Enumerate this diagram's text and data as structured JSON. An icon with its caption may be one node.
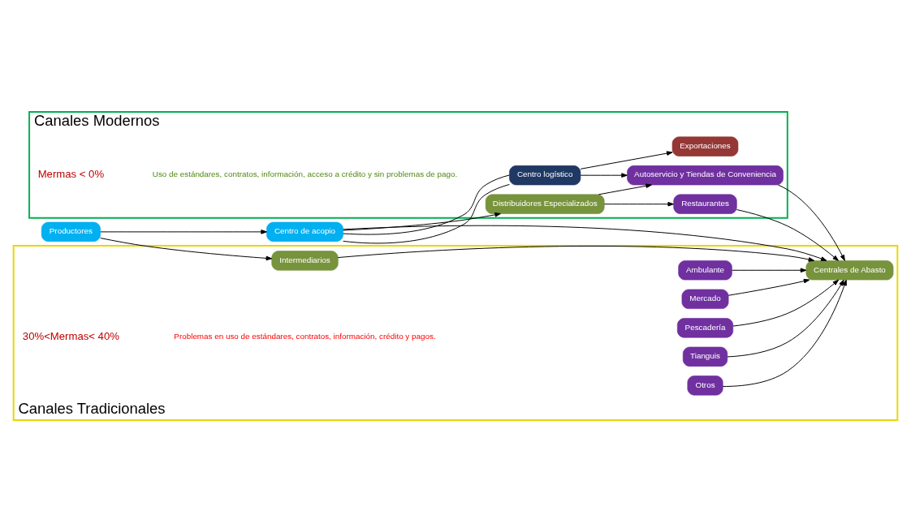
{
  "diagram": {
    "nodes": [
      {
        "text": [
          "Canales Modernos"
        ]
      },
      {
        "text": [
          "Centro logístico"
        ],
        "in": 0
      },
      {
        "text": [
          "Exportaciones"
        ],
        "in": 0
      },
      {
        "text": [
          "Autoservicio y Tiendas de Conveniencia"
        ],
        "in": 0
      },
      {
        "text": [
          "Distribuidores Especializados"
        ],
        "in": 0
      },
      {
        "text": [
          "Restaurantes"
        ],
        "in": 0
      },
      {
        "text": [
          "Productores"
        ]
      },
      {
        "text": [
          "Centro de acopio"
        ]
      },
      {
        "text": [
          "Canales Tradicionales"
        ]
      },
      {
        "text": [
          "Intermediarios"
        ],
        "in": 8
      },
      {
        "text": [
          "Centrales de Abasto"
        ],
        "in": 8
      },
      {
        "text": [
          "Ambulante"
        ],
        "in": 8
      },
      {
        "text": [
          "Mercado"
        ],
        "in": 8
      },
      {
        "text": [
          "Pescadería"
        ],
        "in": 8
      },
      {
        "text": [
          "Tianguis"
        ],
        "in": 8
      },
      {
        "text": [
          "Otros"
        ],
        "in": 8
      }
    ],
    "edges": [
      {
        "from": 6,
        "to": 7,
        "arrow": "to"
      },
      {
        "from": 6,
        "to": 9,
        "arrow": "to"
      },
      {
        "from": 7,
        "to": 1,
        "arrow": "none"
      },
      {
        "from": 1,
        "to": 2,
        "arrow": "to"
      },
      {
        "from": 7,
        "to": 1,
        "arrow": "none"
      },
      {
        "from": 1,
        "to": 3,
        "arrow": "to"
      },
      {
        "from": 7,
        "to": 4,
        "arrow": "to"
      },
      {
        "from": 7,
        "to": 10,
        "arrow": "to"
      },
      {
        "from": 4,
        "to": 3,
        "arrow": "to"
      },
      {
        "from": 4,
        "to": 5,
        "arrow": "to"
      },
      {
        "from": 3,
        "to": 10,
        "arrow": "to"
      },
      {
        "from": 5,
        "to": 10,
        "arrow": "to"
      },
      {
        "from": 9,
        "to": 10,
        "arrow": "to"
      },
      {
        "from": 11,
        "to": 10,
        "arrow": "to"
      },
      {
        "from": 12,
        "to": 10,
        "arrow": "to"
      },
      {
        "from": 13,
        "to": 10,
        "arrow": "to"
      },
      {
        "from": 14,
        "to": 10,
        "arrow": "to"
      },
      {
        "from": 15,
        "to": 10,
        "arrow": "to"
      }
    ],
    "labels": [
      "Mermas < 0%",
      "Uso de estándares, contratos, información, acceso a crédito y sin problemas de pago.",
      "30%<Mermas< 40%",
      "Problemas en uso de estándares, contratos, información, crédito y pagos."
    ]
  }
}
